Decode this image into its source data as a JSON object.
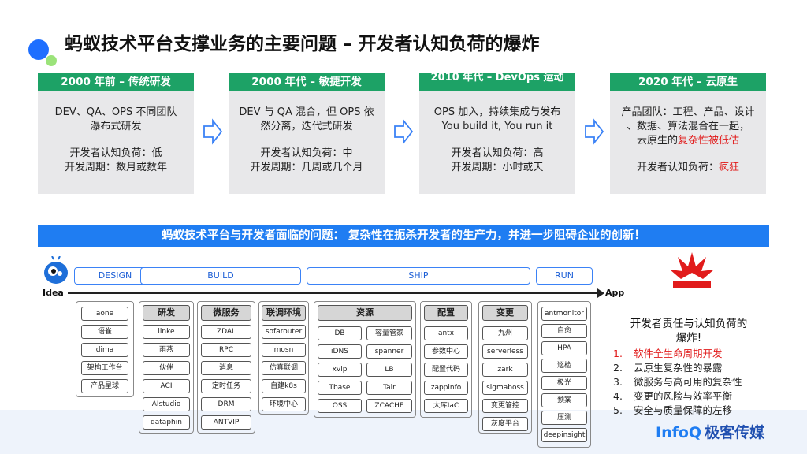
{
  "title": "蚂蚁技术平台支撑业务的主要问题 – 开发者认知负荷的爆炸",
  "eras": [
    {
      "header": "2000 年前 – 传统研发",
      "lines": [
        "DEV、QA、OPS 不同团队",
        "瀑布式研发"
      ],
      "load": "开发者认知负荷：低",
      "cycle": "开发周期：数月或数年"
    },
    {
      "header": "2000 年代 – 敏捷开发",
      "lines": [
        "DEV 与 QA 混合，但 OPS 依",
        "然分离，迭代式研发"
      ],
      "load": "开发者认知负荷：中",
      "cycle": "开发周期：几周或几个月"
    },
    {
      "header": "2010 年代 – DevOps 运动",
      "lines": [
        "OPS 加入，持续集成与发布",
        "You build it, You run it"
      ],
      "load": "开发者认知负荷：高",
      "cycle": "开发周期：小时或天"
    },
    {
      "header": "2020 年代 – 云原生",
      "lines": [
        "产品团队：工程、产品、设计",
        "、数据、算法混合在一起，"
      ],
      "line3_prefix": "云原生的",
      "line3_red": "复杂性被低估",
      "load_prefix": "开发者认知负荷：",
      "load_red": "疯狂"
    }
  ],
  "banner": "蚂蚁技术平台与开发者面临的问题： 复杂性在扼杀开发者的生产力，并进一步阻碍企业的创新！",
  "phases": [
    "DESIGN",
    "BUILD",
    "SHIP",
    "RUN"
  ],
  "axis": {
    "start": "Idea",
    "end": "App"
  },
  "tools": {
    "design": [
      "aone",
      "语雀",
      "dima",
      "架构工作台",
      "产品星球"
    ],
    "dev": {
      "head": "研发",
      "items": [
        "linke",
        "雨燕",
        "伙伴",
        "ACI",
        "AIstudio",
        "dataphin"
      ]
    },
    "micro": {
      "head": "微服务",
      "items": [
        "ZDAL",
        "RPC",
        "消息",
        "定时任务",
        "DRM",
        "ANTVIP"
      ]
    },
    "env": {
      "head": "联调环境",
      "items": [
        "sofarouter",
        "mosn",
        "仿真联调",
        "自建k8s",
        "环境中心"
      ]
    },
    "res": {
      "head": "资源",
      "items": [
        "DB",
        "容量管家",
        "iDNS",
        "spanner",
        "xvip",
        "LB",
        "Tbase",
        "Tair",
        "OSS",
        "ZCACHE"
      ]
    },
    "config": {
      "head": "配置",
      "items": [
        "antx",
        "参数中心",
        "配置代码",
        "zappinfo",
        "大库IaC"
      ]
    },
    "change": {
      "head": "变更",
      "items": [
        "九州",
        "serverless",
        "zark",
        "sigmaboss",
        "变更管控",
        "灰度平台"
      ]
    },
    "run": [
      "antmonitor",
      "自愈",
      "HPA",
      "巡检",
      "极光",
      "预案",
      "压测",
      "deepinsight"
    ]
  },
  "side": {
    "title_line1": "开发者责任与认知负荷的",
    "title_line2": "爆炸!",
    "items": [
      {
        "num": "1.",
        "text": "软件全生命周期开发",
        "red": true
      },
      {
        "num": "2.",
        "text": "云原生复杂性的暴露"
      },
      {
        "num": "3.",
        "text": "微服务与高可用的复杂性"
      },
      {
        "num": "4.",
        "text": "变更的风险与效率平衡"
      },
      {
        "num": "5.",
        "text": "安全与质量保障的左移"
      }
    ]
  },
  "logo": {
    "brand": "InfoQ",
    "cn": "极客传媒"
  },
  "colors": {
    "header_green": "#1da266",
    "banner_blue": "#1f7df2",
    "accent_red": "#e11b1b"
  }
}
